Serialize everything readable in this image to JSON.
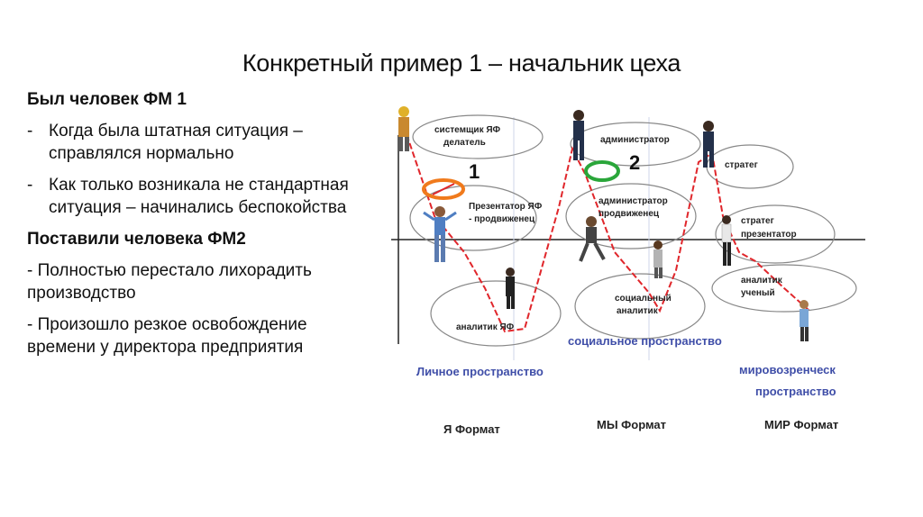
{
  "title": "Конкретный пример 1 – начальник цеха",
  "left": {
    "heading1": "Был человек ФМ 1",
    "bullets1": [
      "Когда была штатная ситуация – справлялся нормально",
      "Как только возникала не стандартная ситуация – начинались беспокойства"
    ],
    "heading2": "Поставили человека ФМ2",
    "para1": "- Полностью перестало лихорадить производство",
    "para2": "- Произошло резкое освобождение времени у директора предприятия",
    "dash": "-"
  },
  "diagram": {
    "roles": {
      "r1": "системщик ЯФ",
      "r1b": "делатель",
      "r2": "Презентатор ЯФ",
      "r2b": "- продвиженец",
      "r3": "аналитик ЯФ",
      "r4": "администратор",
      "r5": "администратор",
      "r5b": "продвиженец",
      "r6": "социальный",
      "r6b": "аналитик",
      "r7": "стратег",
      "r8": "стратег",
      "r8b": "презентатор",
      "r9": "аналитик",
      "r9b": "ученый"
    },
    "numbers": {
      "n1": "1",
      "n2": "2"
    },
    "spaces": {
      "personal": "Личное пространство",
      "social": "социальное пространство",
      "world1": "мировозренческ",
      "world2": "пространство"
    },
    "formats": {
      "ya": "Я Формат",
      "my": "МЫ Формат",
      "mir": "МИР Формат"
    },
    "colors": {
      "path": "#e0262b",
      "marker1": "#f07a1c",
      "marker2": "#2aa63a",
      "space_text": "#3f4ea8"
    }
  }
}
